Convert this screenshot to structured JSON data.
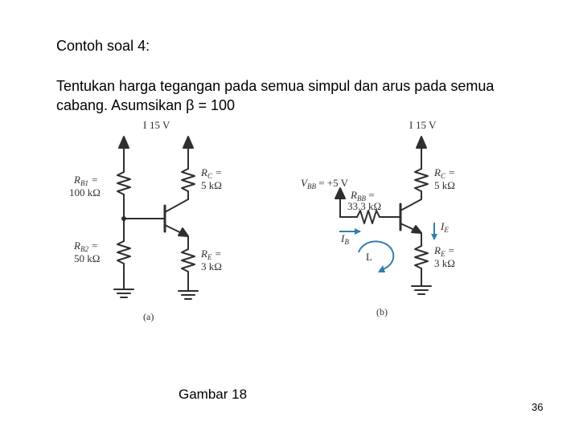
{
  "slide": {
    "title": "Contoh soal 4:",
    "question_line1": "Tentukan harga tegangan pada semua simpul dan arus pada semua",
    "question_line2": "cabang. Asumsikan  β = 100",
    "caption": "Gambar 18",
    "page_number": "36"
  },
  "figure": {
    "circuit_a": {
      "supply_left": "15 V",
      "supply_right": "",
      "rb1_name": "R",
      "rb1_sub": "B1",
      "rb1_value": "100 kΩ",
      "rb2_name": "R",
      "rb2_sub": "B2",
      "rb2_value": "50 kΩ",
      "rc_name": "R",
      "rc_sub": "C",
      "rc_value": "5 kΩ",
      "re_name": "R",
      "re_sub": "E",
      "re_value": "3 kΩ",
      "label": "(a)"
    },
    "circuit_b": {
      "supply": "15 V",
      "vbb_name": "V",
      "vbb_sub": "BB",
      "vbb_value": "+5 V",
      "rbb_name": "R",
      "rbb_sub": "BB",
      "rbb_value": "33.3 kΩ",
      "rc_name": "R",
      "rc_sub": "C",
      "rc_value": "5 kΩ",
      "re_name": "R",
      "re_sub": "E",
      "re_value": "3 kΩ",
      "ib_name": "I",
      "ib_sub": "B",
      "ie_name": "I",
      "ie_sub": "E",
      "loop_label": "L",
      "label": "(b)"
    }
  },
  "colors": {
    "wire": "#2f2f2f",
    "accent": "#2f7fae",
    "text": "#000000"
  }
}
